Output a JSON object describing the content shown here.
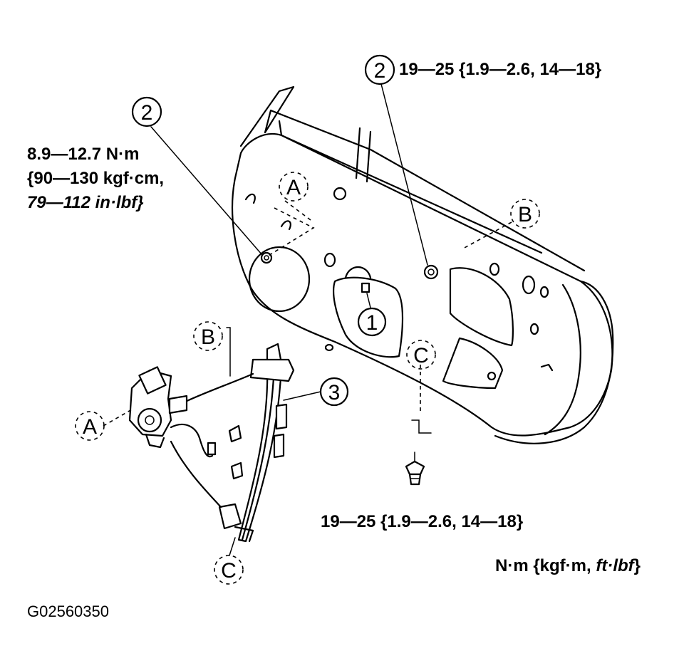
{
  "torque_upper_left": {
    "line1": "8.9—12.7 N·m",
    "line2": "{90—130 kgf·cm,",
    "line3_value": "79—112 ",
    "line3_unit": "in·lbf}"
  },
  "torque_upper_right": "19—25 {1.9—2.6, 14—18}",
  "torque_lower": "19—25 {1.9—2.6, 14—18}",
  "units_legend": {
    "main": "N·m {kgf·m, ",
    "italic": "ft·lbf",
    "end": "}"
  },
  "figure_id": "G02560350",
  "callouts": {
    "part1": "1",
    "part2_left": "2",
    "part2_right": "2",
    "part3": "3",
    "ref_a_door": "A",
    "ref_a_motor": "A",
    "ref_b_door": "B",
    "ref_b_regulator": "B",
    "ref_c_door": "C",
    "ref_c_regulator": "C"
  }
}
